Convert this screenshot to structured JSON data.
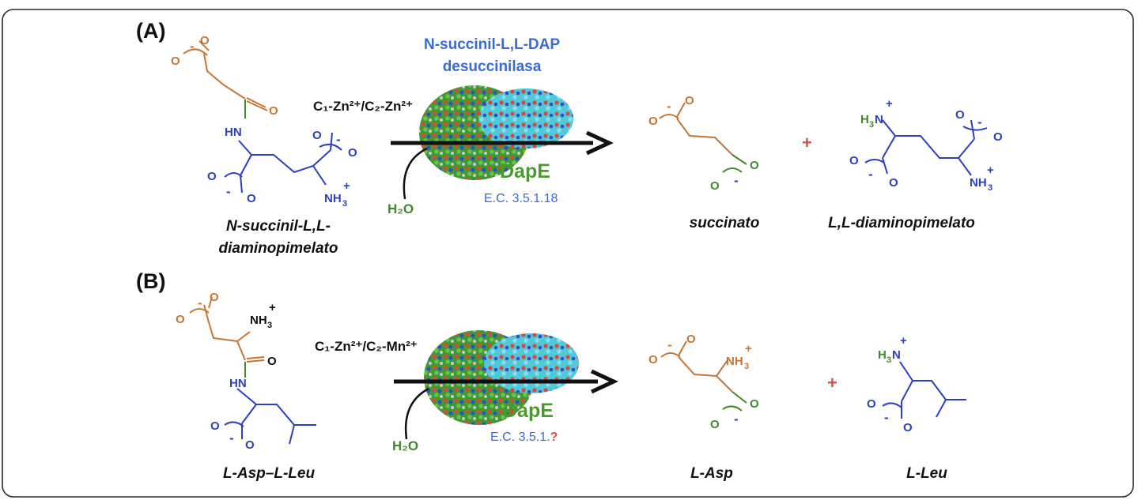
{
  "colors": {
    "orange": "#c87533",
    "blue": "#2b3fbf",
    "green": "#3f8a2a",
    "red": "#e0503a",
    "enzyme_blue": "#3a6ad6",
    "enzyme_green": "#4a9a2e",
    "black": "#111111"
  },
  "panelA": {
    "label": "(A)",
    "enzyme_name_line1": "N-succinil-L,L-DAP",
    "enzyme_name_line2": "desuccinilasa",
    "cofactors": "C₁-Zn²⁺/C₂-Zn²⁺",
    "water": "H₂O",
    "enzyme": "DapE",
    "ec": "E.C. 3.5.1.18",
    "substrate_line1": "N-succinil-L,L-",
    "substrate_line2": "diaminopimelato",
    "product1": "succinato",
    "product2": "L,L-diaminopimelato",
    "plus": "+"
  },
  "panelB": {
    "label": "(B)",
    "cofactors": "C₁-Zn²⁺/C₂-Mn²⁺",
    "water": "H₂O",
    "enzyme": "DapE",
    "ec_prefix": "E.C. 3.5.1.",
    "ec_unknown": "?",
    "substrate": "L-Asp–L-Leu",
    "product1": "L-Asp",
    "product2": "L-Leu",
    "plus": "+"
  },
  "atoms": {
    "O": "O",
    "minus": "-",
    "plus": "+",
    "HN": "HN",
    "NH3": "NH",
    "H3N": "H",
    "N": "N",
    "sub3": "3"
  }
}
